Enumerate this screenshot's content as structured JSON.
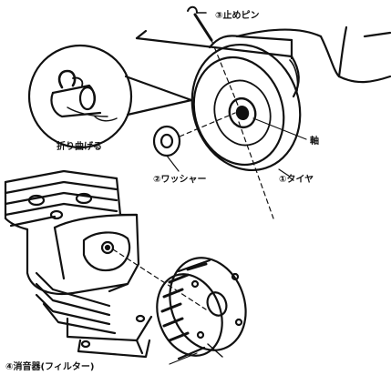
{
  "labels": {
    "stop_pin": "③止めピン",
    "bend": "折り曲げる",
    "washer": "②ワッシャー",
    "shaft": "軸",
    "tire": "①タイヤ",
    "filter": "④消音器(フィルター)"
  }
}
